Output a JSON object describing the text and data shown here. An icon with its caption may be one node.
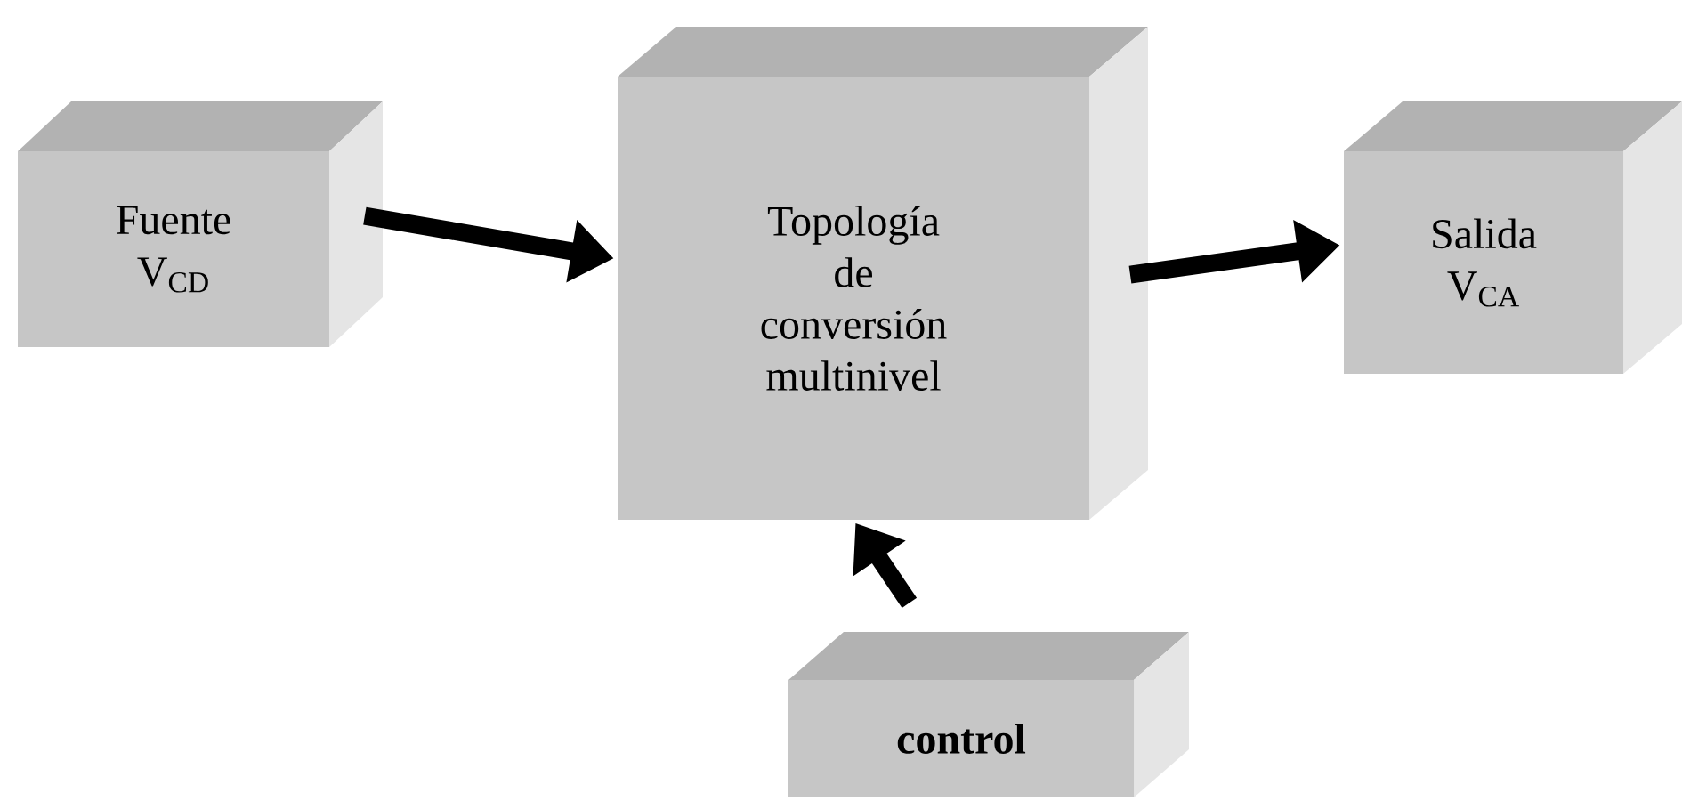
{
  "diagram": {
    "nodes": [
      {
        "text": [
          "Fuente V$_{CD}$"
        ]
      },
      {
        "text": [
          "Topología de conversión multinivel"
        ]
      },
      {
        "text": [
          "Salida V$_{CA}$"
        ]
      },
      {
        "text": [
          "control"
        ]
      }
    ],
    "edges": [
      {
        "from": 0,
        "to": 1,
        "arrow": "to"
      },
      {
        "from": 1,
        "to": 2,
        "arrow": "to"
      },
      {
        "from": 3,
        "to": 1,
        "arrow": "to"
      }
    ]
  }
}
